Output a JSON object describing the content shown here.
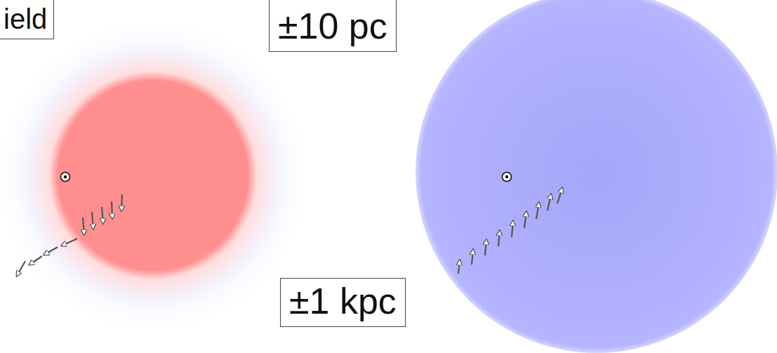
{
  "diagram": {
    "nodes": [
      {
        "text": [
          "ield"
        ]
      },
      {
        "text": [
          "±10 pc"
        ]
      },
      {
        "text": [
          "±1 kpc"
        ]
      }
    ]
  }
}
